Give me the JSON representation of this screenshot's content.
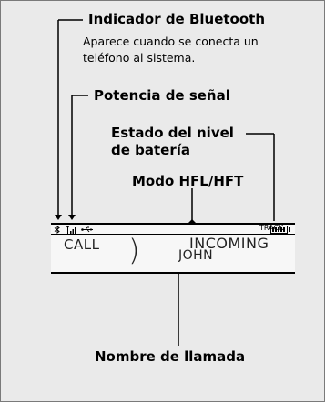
{
  "callouts": {
    "bluetooth_title": "Indicador de Bluetooth",
    "bluetooth_desc_line1": "Aparece cuando se conecta un",
    "bluetooth_desc_line2": "teléfono al sistema.",
    "signal_title": "Potencia de señal",
    "battery_title_line1": "Estado del nivel",
    "battery_title_line2": "de batería",
    "mode_title": "Modo HFL/HFT",
    "caller_title": "Nombre de llamada"
  },
  "display": {
    "track_label": "TRACK",
    "call_text": "CALL",
    "paren": ")",
    "incoming_text": "INCOMING",
    "caller_name": "JOHN",
    "battery_level_fraction": 1.0
  },
  "icons": [
    "bluetooth-icon",
    "signal-bars-icon",
    "usb-icon",
    "battery-icon"
  ]
}
